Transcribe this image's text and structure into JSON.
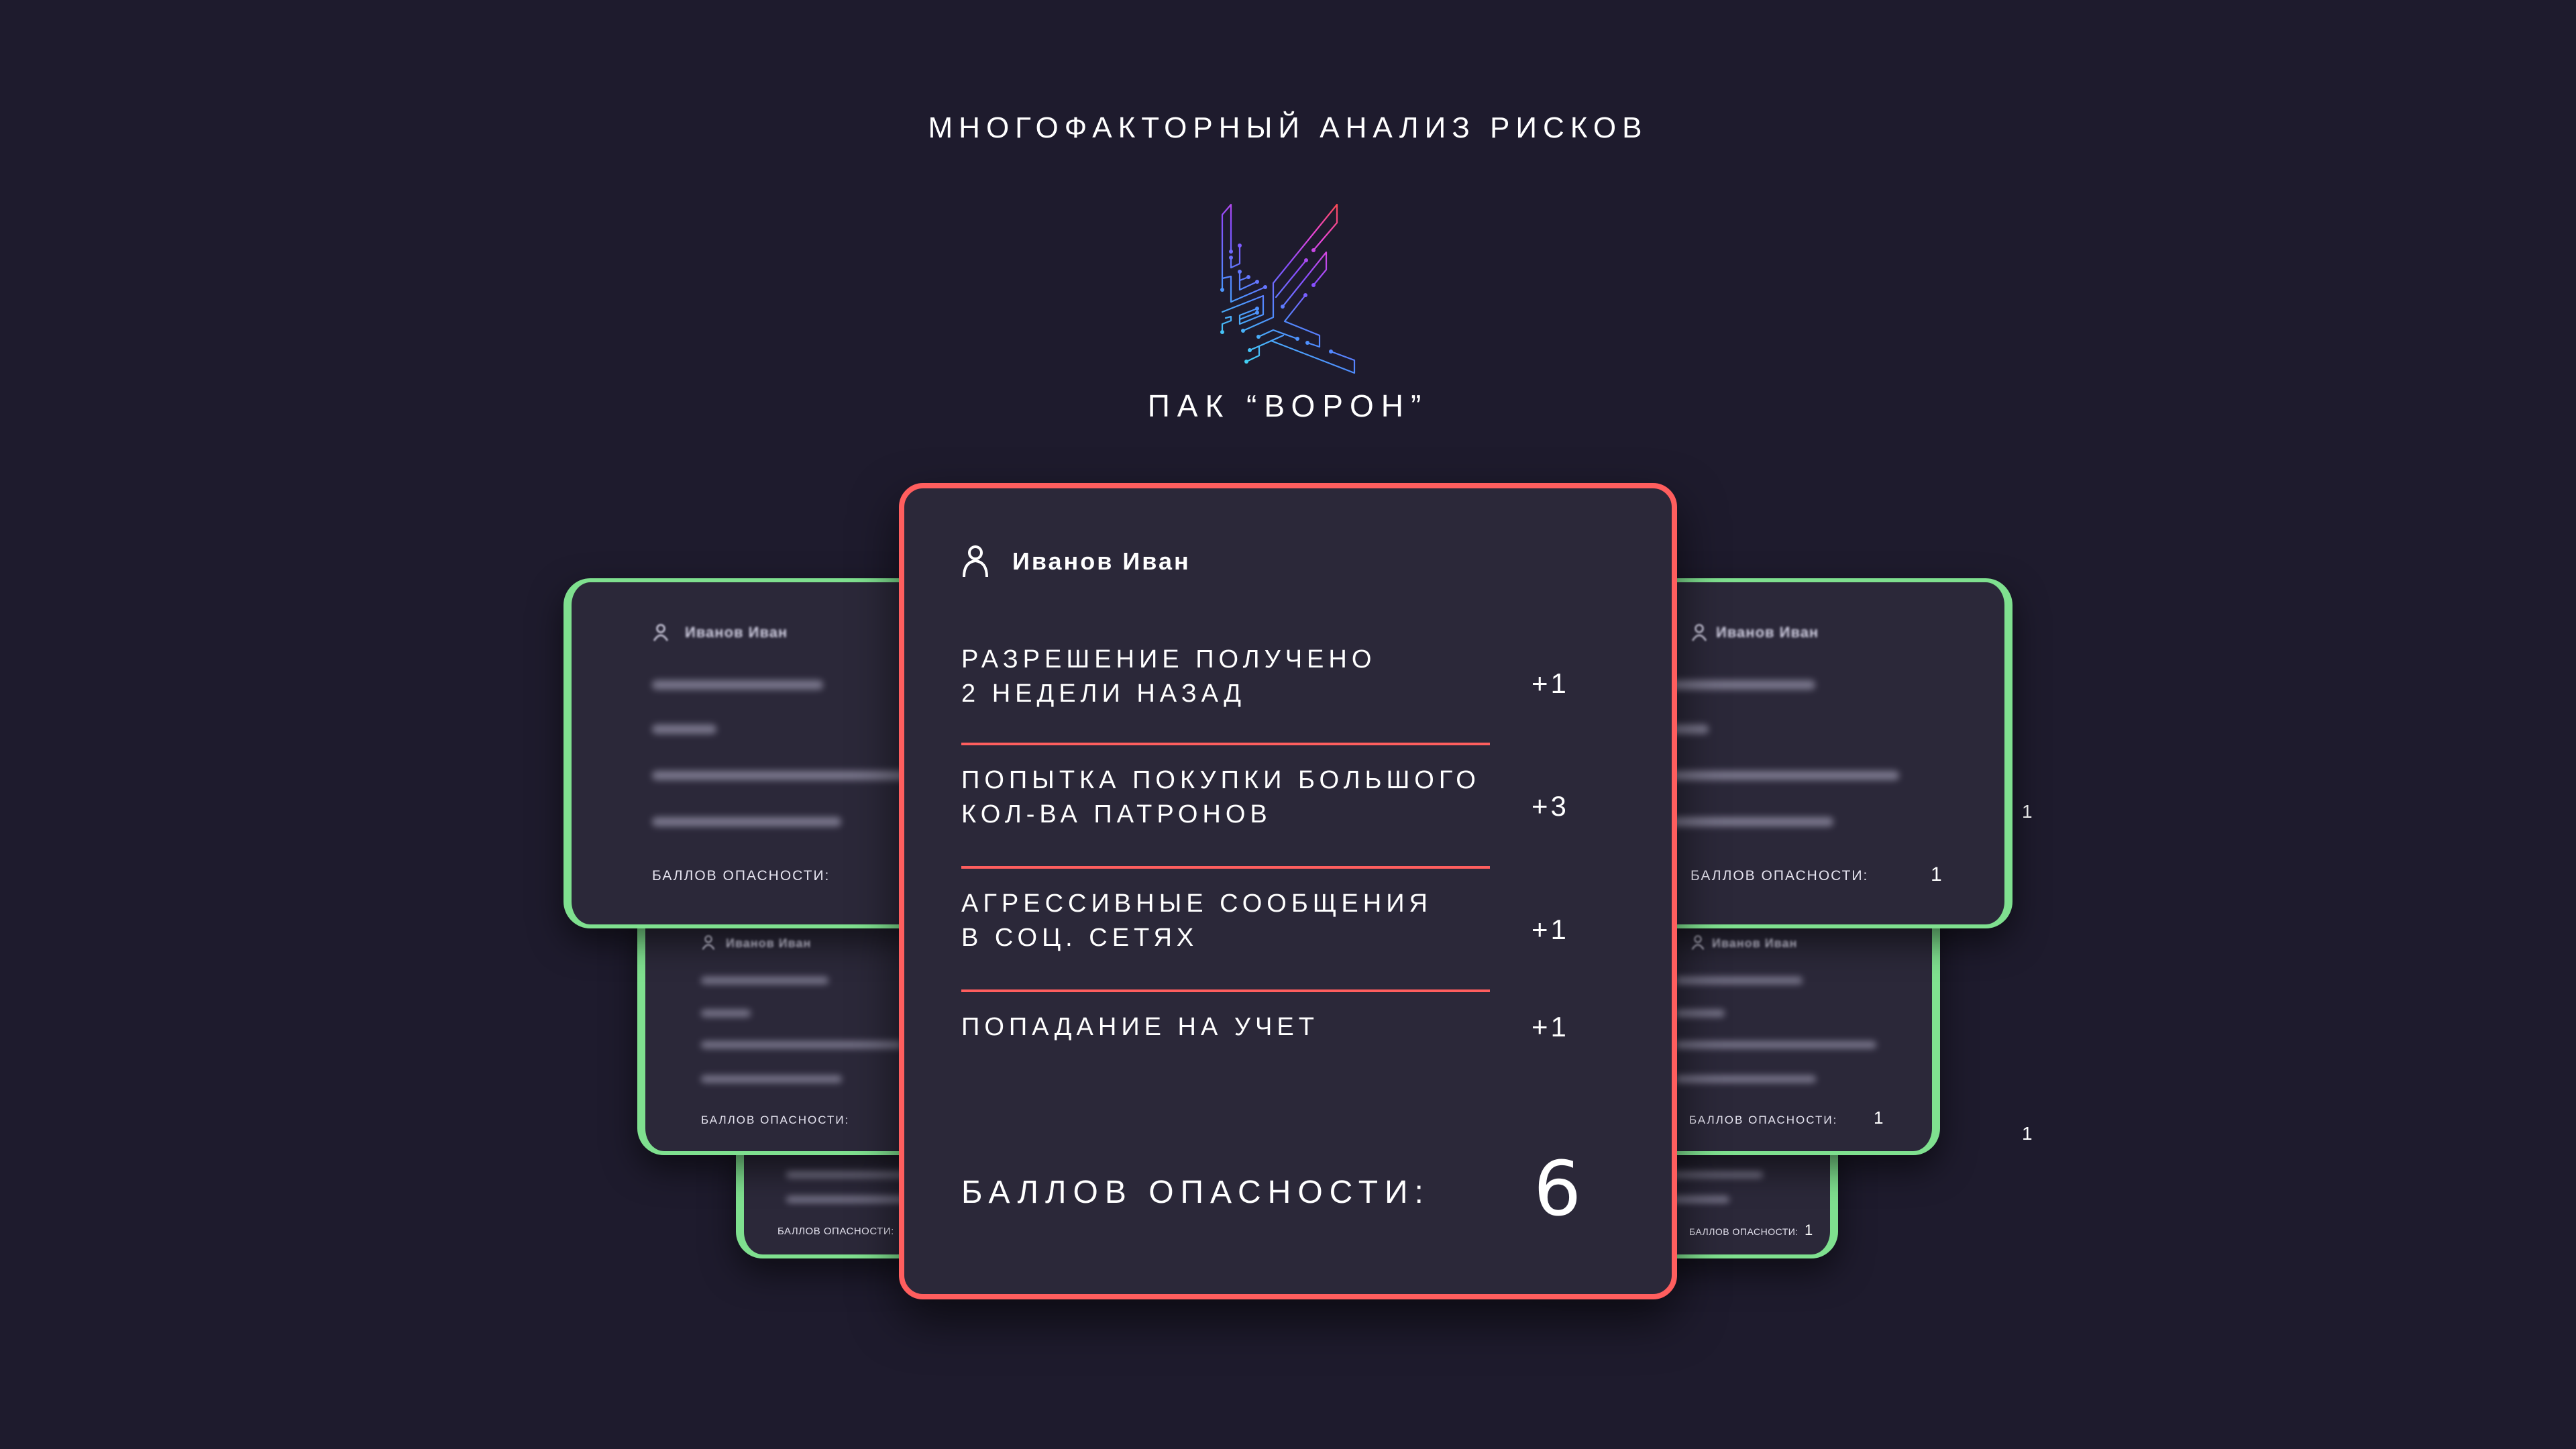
{
  "header": {
    "title": "МНОГОФАКТОРНЫЙ АНАЛИЗ РИСКОВ",
    "logo_caption": "ПАК “ВОРОН”",
    "logo_icon": "raven-circuit-logo"
  },
  "colors": {
    "background": "#1e1b2d",
    "card": "#2b2839",
    "alert_border": "#ff5e5e",
    "safe_border": "#7fe08f"
  },
  "main_card": {
    "name": "Иванов Иван",
    "factors": [
      {
        "lines": [
          "РАЗРЕШЕНИЕ ПОЛУЧЕНО",
          "2 НЕДЕЛИ НАЗАД"
        ],
        "score": "+1"
      },
      {
        "lines": [
          "ПОПЫТКА ПОКУПКИ БОЛЬШОГО",
          "КОЛ-ВА ПАТРОНОВ"
        ],
        "score": "+3"
      },
      {
        "lines": [
          "АГРЕССИВНЫЕ СООБЩЕНИЯ",
          "В СОЦ. СЕТЯХ"
        ],
        "score": "+1"
      },
      {
        "lines": [
          "ПОПАДАНИЕ НА УЧЕТ"
        ],
        "score": "+1"
      }
    ],
    "total_label": "БАЛЛОВ ОПАСНОСТИ:",
    "total_value": "6"
  },
  "side_cards": {
    "left": [
      {
        "name": "Иванов Иван",
        "label": "БАЛЛОВ ОПАСНОСТИ:"
      },
      {
        "name": "Иванов Иван",
        "label": "БАЛЛОВ ОПАСНОСТИ:"
      },
      {
        "label": "БАЛЛОВ ОПАСНОСТИ:"
      }
    ],
    "right": [
      {
        "name": "Иванов Иван",
        "label": "БАЛЛОВ ОПАСНОСТИ:",
        "score": "1"
      },
      {
        "name": "Иванов Иван",
        "label": "БАЛЛОВ ОПАСНОСТИ:",
        "score": "1"
      },
      {
        "label": "БАЛЛОВ ОПАСНОСТИ:",
        "score": "1"
      }
    ]
  },
  "stray_scores": [
    "1",
    "1"
  ]
}
